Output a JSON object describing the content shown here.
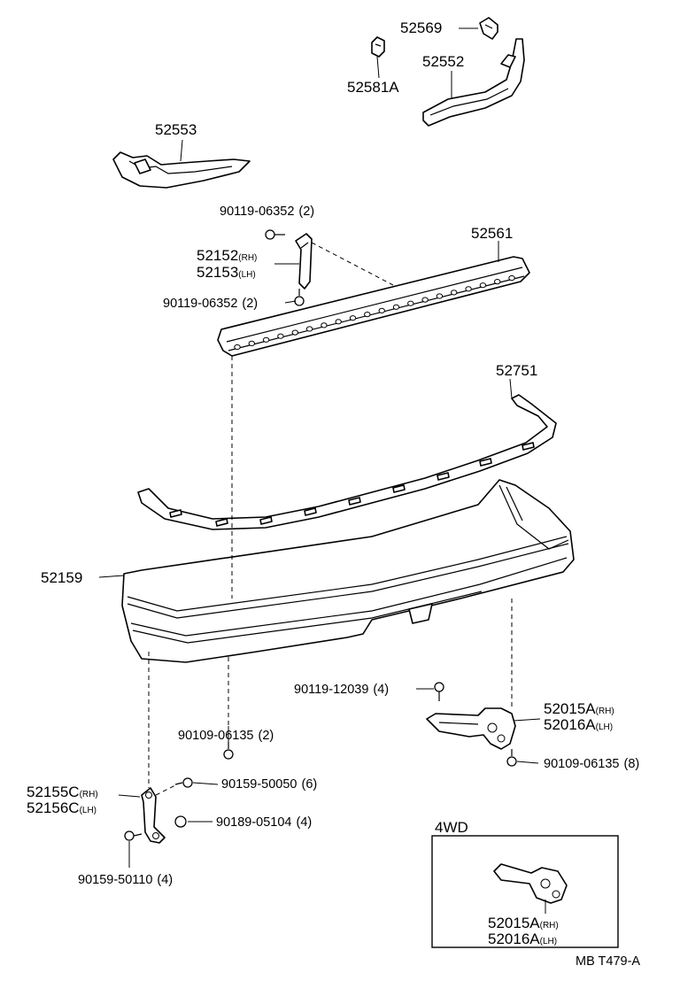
{
  "parts": {
    "p52569": "52569",
    "p52552": "52552",
    "p52581a": "52581A",
    "p52553": "52553",
    "bolt_a": {
      "number": "90119-06352",
      "qty": "(2)"
    },
    "p52152": {
      "number": "52152",
      "side": "(RH)"
    },
    "p52153": {
      "number": "52153",
      "side": "(LH)"
    },
    "bolt_b": {
      "number": "90119-06352",
      "qty": "(2)"
    },
    "p52561": "52561",
    "p52751": "52751",
    "p52159": "52159",
    "bolt_c": {
      "number": "90119-12039",
      "qty": "(4)"
    },
    "bolt_d": {
      "number": "90109-06135",
      "qty": "(2)"
    },
    "p52015a": {
      "number": "52015A",
      "side": "(RH)"
    },
    "p52016a": {
      "number": "52016A",
      "side": "(LH)"
    },
    "bolt_e": {
      "number": "90109-06135",
      "qty": "(8)"
    },
    "p52155c": {
      "number": "52155C",
      "side": "(RH)"
    },
    "p52156c": {
      "number": "52156C",
      "side": "(LH)"
    },
    "bolt_f": {
      "number": "90159-50050",
      "qty": "(6)"
    },
    "bolt_g": {
      "number": "90189-05104",
      "qty": "(4)"
    },
    "bolt_h": {
      "number": "90159-50110",
      "qty": "(4)"
    }
  },
  "inset": {
    "title": "4WD",
    "p52015a": {
      "number": "52015A",
      "side": "(RH)"
    },
    "p52016a": {
      "number": "52016A",
      "side": "(LH)"
    }
  },
  "reference": "MB T479-A"
}
